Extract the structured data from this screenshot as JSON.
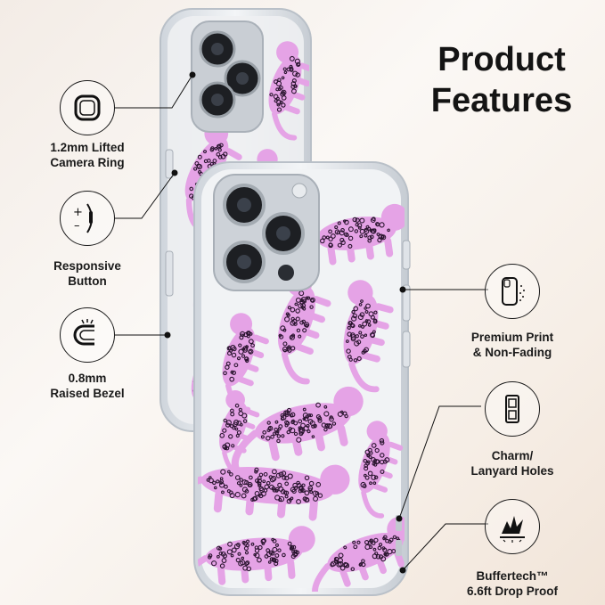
{
  "title": "Product\nFeatures",
  "features_left": [
    {
      "icon": "camera-ring-icon",
      "label": "1.2mm Lifted\nCamera Ring"
    },
    {
      "icon": "responsive-button-icon",
      "label": "Responsive\nButton"
    },
    {
      "icon": "raised-bezel-icon",
      "label": "0.8mm\nRaised Bezel"
    }
  ],
  "features_right": [
    {
      "icon": "print-phone-icon",
      "label": "Premium Print\n& Non-Fading"
    },
    {
      "icon": "lanyard-holes-icon",
      "label": "Charm/\nLanyard Holes"
    },
    {
      "icon": "shock-icon",
      "label": "Buffertech™\n6.6ft Drop Proof"
    }
  ],
  "colors": {
    "leopard_pink": "#e5a3e6",
    "leopard_spot": "#2b1530",
    "frame": "#d8dde3"
  }
}
